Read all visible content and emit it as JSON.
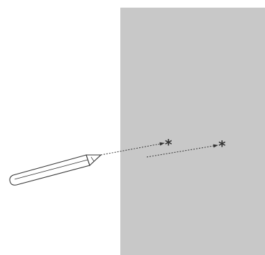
{
  "diagram": {
    "marker_symbol": "*",
    "colors": {
      "background": "#ffffff",
      "medium_block": "#c8c8c8",
      "stroke": "#333333",
      "pen_fill": "#ffffff"
    },
    "elements": {
      "pen": "pen-icon",
      "medium": "gray-medium-block",
      "ray_outer": "dashed-arrow",
      "ray_inner": "dashed-arrow"
    }
  }
}
